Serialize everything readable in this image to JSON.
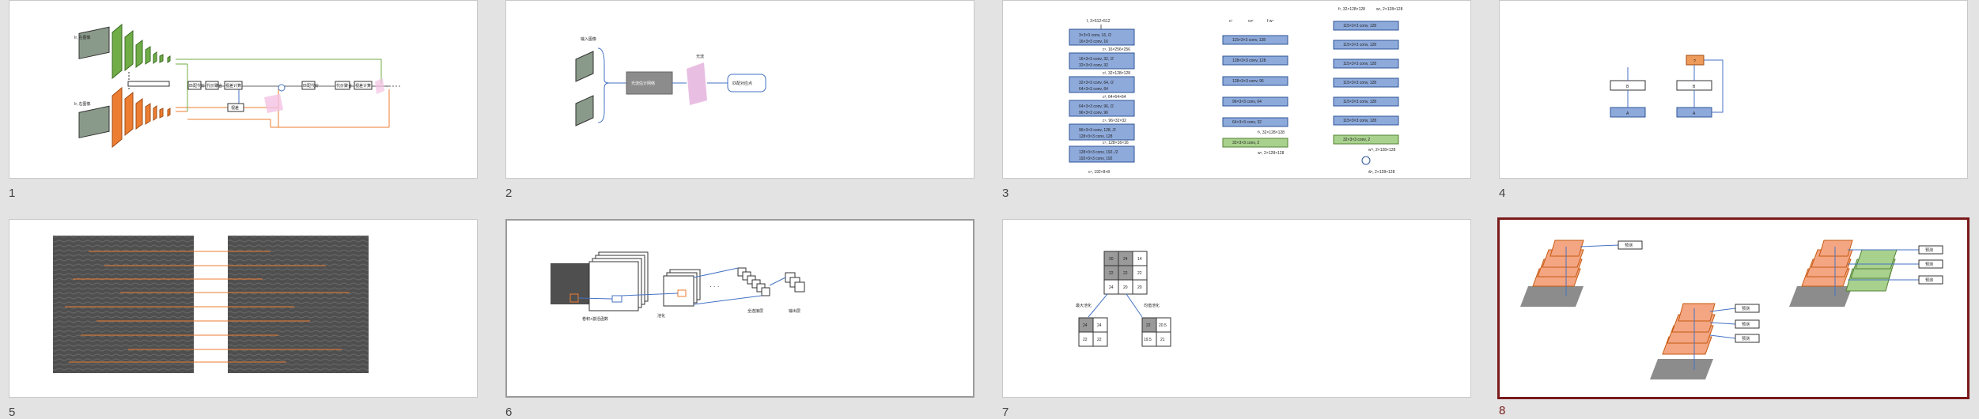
{
  "slide_numbers": [
    "1",
    "2",
    "3",
    "4",
    "5",
    "6",
    "7",
    "8"
  ],
  "s1": {
    "img_label_top": "Ir, 左图像",
    "img_label_bot": "Ir, 右图像",
    "node_labels": [
      "匹配代价",
      "代价聚合",
      "视差计算",
      "视差",
      "匹配代价",
      "代价聚合",
      "视差计算"
    ]
  },
  "s2": {
    "input_label": "输入图像",
    "net_label": "光流估计网络",
    "flow_label": "光流",
    "match_label": "匹配对应点"
  },
  "s3": {
    "col1_head": "I, 3×512×512",
    "col1_boxes": [
      [
        "3×3×3 conv, 16, /2",
        "16×3×3 conv, 16"
      ],
      [
        "16×3×3 conv, 32, /2",
        "32×3×3 conv, 32"
      ],
      [
        "32×3×3 conv, 64, /2",
        "64×3×3 conv, 64"
      ],
      [
        "64×3×3 conv, 96, /2",
        "96×3×3 conv, 96"
      ],
      [
        "96×3×3 conv, 128, /2",
        "128×3×3 conv, 128"
      ],
      [
        "128×3×3 conv, 192, /2",
        "192×3×3 conv, 192"
      ]
    ],
    "col1_side": [
      "c¹, 16×256×256",
      "c², 32×128×128",
      "c³, 64×64×64",
      "c⁴, 96×32×32",
      "c⁵, 128×16×16"
    ],
    "col1_foot": "c⁶, 192×8×8",
    "col2_heads": [
      "c¹",
      "cv¹",
      "f w¹"
    ],
    "col2_boxes": [
      "115×3×3 conv, 128",
      "128×3×3 conv, 128",
      "128×3×3 conv, 96",
      "96×3×3 conv, 64",
      "64×3×3 conv, 32",
      "32×3×3 conv, 2"
    ],
    "col2_side": [
      "f¹, 32×128×128",
      "w¹, 2×128×128"
    ],
    "col3_heads": [
      "f¹, 32×128×128",
      "w¹, 2×128×128"
    ],
    "col3_boxes": [
      "115×3×3 conv, 128",
      "115×3×3 conv, 128",
      "115×3×3 conv, 128",
      "115×3×3 conv, 128",
      "115×3×3 conv, 128",
      "115×3×3 conv, 128",
      "32×3×3 conv, 2"
    ],
    "col3_side": "w'¹, 2×128×128",
    "col3_foot": "ŵ¹, 2×128×128"
  },
  "s4": {
    "labels": [
      "B",
      "A",
      "?",
      "B",
      "A"
    ]
  },
  "s6": {
    "labels": [
      "卷积+激活函数",
      "池化",
      "全连接层",
      "输出层"
    ],
    "dots": "· · ·"
  },
  "s7": {
    "grid": [
      "20",
      "24",
      "14",
      "22",
      "22",
      "22",
      "24",
      "20",
      "20"
    ],
    "max_label": "最大池化",
    "avg_label": "均值池化",
    "max_vals": [
      "24",
      "24",
      "22",
      "22"
    ],
    "avg_vals": [
      "22",
      "20.5",
      "19.5",
      "21"
    ]
  },
  "s8": {
    "pred": "预测"
  }
}
